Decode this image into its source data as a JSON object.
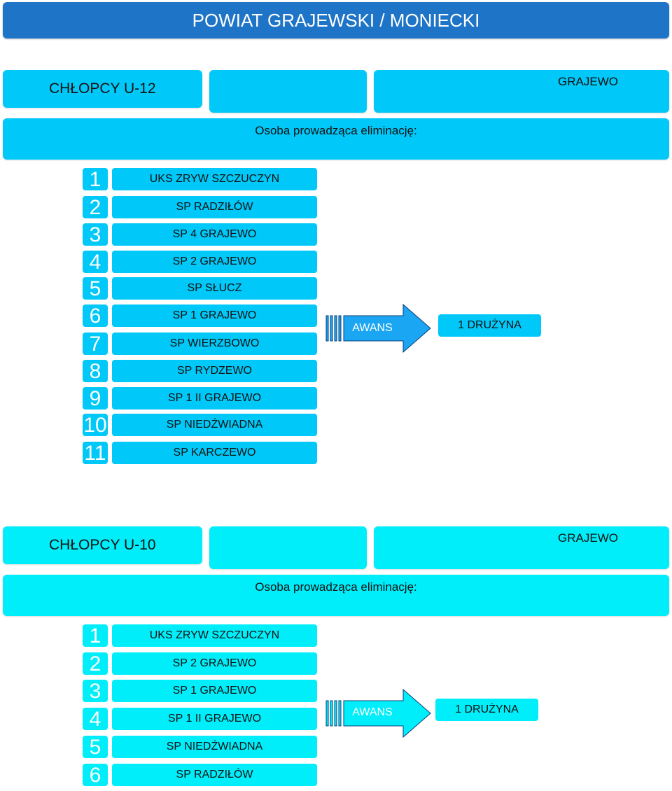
{
  "header": {
    "title": "POWIAT GRAJEWSKI / MONIECKI"
  },
  "sections": [
    {
      "category": "CHŁOPCY U-12",
      "middle": "",
      "city": "GRAJEWO",
      "leader_label": "Osoba prowadząca eliminację:",
      "teams": [
        {
          "num": "1",
          "name": "UKS ZRYW SZCZUCZYN"
        },
        {
          "num": "2",
          "name": "SP RADZIŁÓW"
        },
        {
          "num": "3",
          "name": "SP 4 GRAJEWO"
        },
        {
          "num": "4",
          "name": "SP 2 GRAJEWO"
        },
        {
          "num": "5",
          "name": "SP SŁUCZ"
        },
        {
          "num": "6",
          "name": "SP 1 GRAJEWO"
        },
        {
          "num": "7",
          "name": "SP WIERZBOWO"
        },
        {
          "num": "8",
          "name": "SP RYDZEWO"
        },
        {
          "num": "9",
          "name": "SP 1 II GRAJEWO"
        },
        {
          "num": "10",
          "name": "SP NIEDŹWIADNA"
        },
        {
          "num": "11",
          "name": "SP KARCZEWO"
        }
      ],
      "advance_label": "AWANS",
      "advance_result": "1 DRUŻYNA"
    },
    {
      "category": "CHŁOPCY U-10",
      "middle": "",
      "city": "GRAJEWO",
      "leader_label": "Osoba prowadząca eliminację:",
      "teams": [
        {
          "num": "1",
          "name": "UKS ZRYW SZCZUCZYN"
        },
        {
          "num": "2",
          "name": "SP 2 GRAJEWO"
        },
        {
          "num": "3",
          "name": "SP 1 GRAJEWO"
        },
        {
          "num": "4",
          "name": "SP 1 II GRAJEWO"
        },
        {
          "num": "5",
          "name": "SP NIEDŹWIADNA"
        },
        {
          "num": "6",
          "name": "SP RADZIŁÓW"
        }
      ],
      "advance_label": "AWANS",
      "advance_result": "1 DRUŻYNA"
    }
  ],
  "colors": {
    "title_bg": "#1e74c6",
    "u12_bg": "#00c8f8",
    "u10_bg": "#00eefa",
    "arrow_fill": "#1aa6f2"
  }
}
